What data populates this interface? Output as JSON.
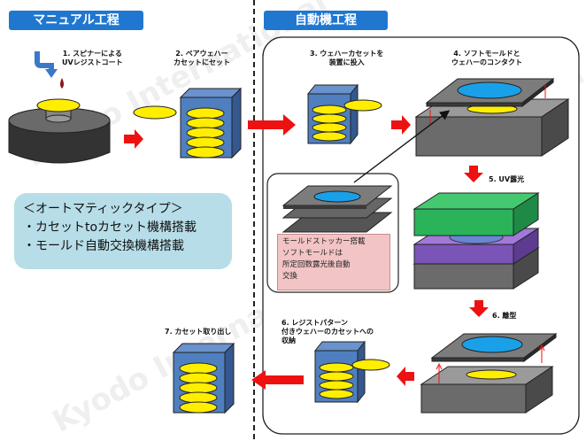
{
  "headers": {
    "manual": "マニュアル工程",
    "auto": "自動機工程"
  },
  "steps": [
    {
      "line1": "1. スピナーによる",
      "line2": "UVレジストコート"
    },
    {
      "line1": "2. ベアウェハー",
      "line2": "カセットにセット"
    },
    {
      "line1": "3. ウェハーカセットを",
      "line2": "装置に投入"
    },
    {
      "line1": "4. ソフトモールドと",
      "line2": "ウェハーのコンタクト"
    },
    {
      "line1": "5. UV露光",
      "line2": ""
    },
    {
      "line1": "6. 離型",
      "line2": ""
    },
    {
      "line1": "6. レジストパターン",
      "line2": "付きウェハーのカセットへの",
      "line3": "収納"
    },
    {
      "line1": "7. カセット取り出し",
      "line2": ""
    }
  ],
  "autotype": {
    "title": "＜オートマティックタイプ＞",
    "items": [
      "・カセットtoカセット機構搭載",
      "・モールド自動交換機構搭載"
    ]
  },
  "stocker_note": [
    "モールドストッカー搭載",
    "ソフトモールドは",
    "所定回数露光後自動",
    "交換"
  ],
  "watermark": "Kyodo International",
  "colors": {
    "header_blue": "#1f77d0",
    "cassette_blue": "#4f7fbf",
    "wafer_yellow": "#ffee00",
    "mold_blue": "#1aa0e8",
    "arrow_red": "#ee1111",
    "uv_green": "#2bb35a",
    "uv_purple": "#8a5ac9"
  }
}
